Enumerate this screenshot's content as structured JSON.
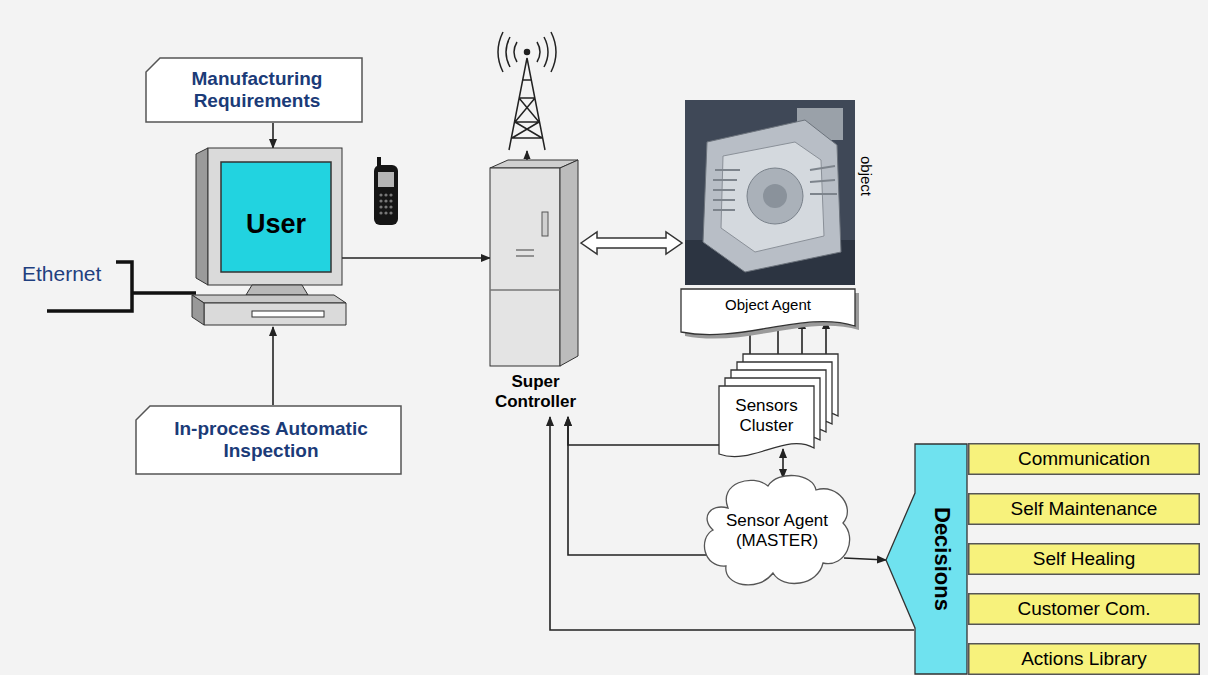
{
  "diagram": {
    "nodes": [
      {
        "text": [
          "Manufacturing Requirements"
        ]
      },
      {
        "text": [
          "User"
        ]
      },
      {
        "text": [
          "In-process Automatic Inspection"
        ]
      },
      {
        "text": [
          "Super Controller"
        ]
      },
      {
        "text": [
          "object"
        ]
      },
      {
        "text": [
          "Object Agent"
        ]
      },
      {
        "text": [
          "Sensors Cluster"
        ]
      },
      {
        "text": [
          "Sensor Agent (MASTER)"
        ]
      },
      {
        "text": [
          "Decisions"
        ]
      },
      {
        "text": [
          "Communication"
        ]
      },
      {
        "text": [
          "Self Maintenance"
        ]
      },
      {
        "text": [
          "Self Healing"
        ]
      },
      {
        "text": [
          "Customer Com."
        ]
      },
      {
        "text": [
          "Actions Library"
        ]
      }
    ],
    "edges": [
      {
        "from": 0,
        "to": 1,
        "arrow": "to"
      },
      {
        "from": 2,
        "to": 1,
        "arrow": "to"
      },
      {
        "from": 1,
        "to": 3,
        "arrow": "to"
      },
      {
        "from": 3,
        "to": 4,
        "arrow": "both"
      },
      {
        "from": 6,
        "to": 5,
        "arrow": "to"
      },
      {
        "from": 6,
        "to": 3,
        "arrow": "to"
      },
      {
        "from": 6,
        "to": 7,
        "arrow": "both"
      },
      {
        "from": 7,
        "to": 3,
        "arrow": "to"
      },
      {
        "from": 7,
        "to": 8,
        "arrow": "to"
      },
      {
        "from": 8,
        "to": 3,
        "arrow": "to"
      }
    ],
    "labels": [
      "Ethernet"
    ]
  }
}
